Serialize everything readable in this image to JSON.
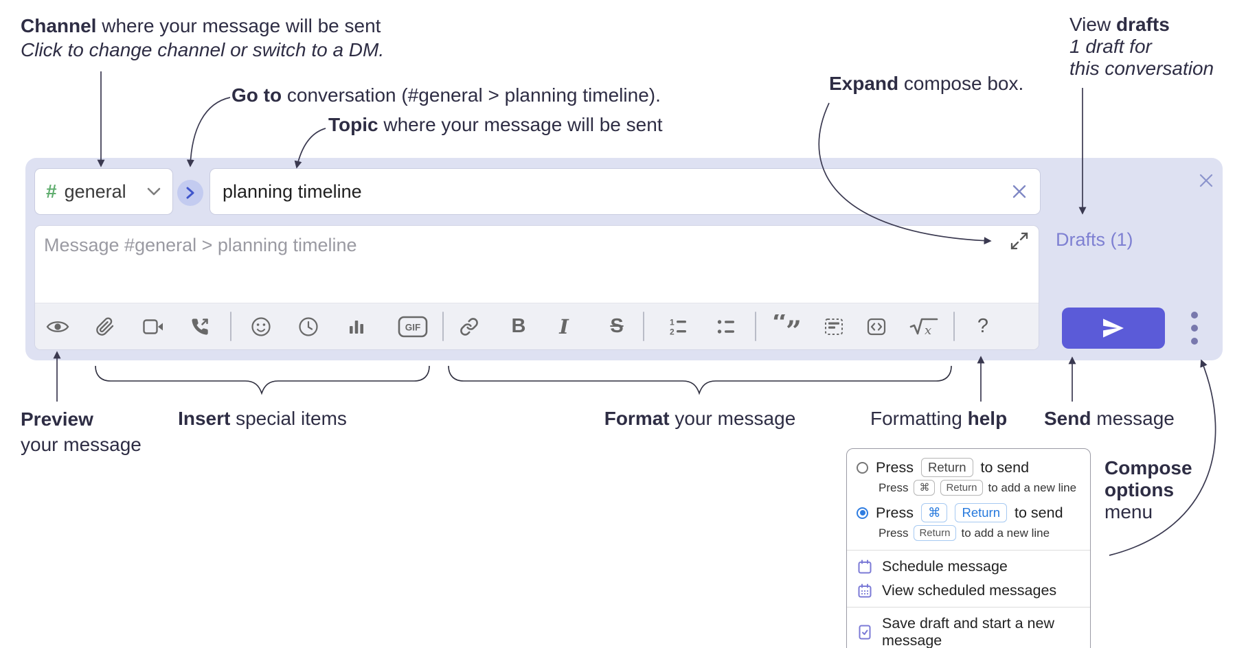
{
  "annotations": {
    "channel": {
      "bold": "Channel",
      "rest": " where your message will be sent",
      "line2": "Click to change channel or switch to a DM."
    },
    "goto": {
      "bold": "Go to",
      "rest": " conversation (#general > planning timeline)."
    },
    "topic": {
      "bold": "Topic",
      "rest": " where your message will be sent"
    },
    "expand": {
      "bold": "Expand",
      "rest": " compose box."
    },
    "drafts": {
      "pre": "View ",
      "bold": "drafts",
      "line2": "1 draft for",
      "line3": "this conversation"
    },
    "preview": {
      "bold": "Preview",
      "line2": "your message"
    },
    "insert": {
      "bold": "Insert",
      "rest": " special items"
    },
    "format": {
      "bold": "Format",
      "rest": " your message"
    },
    "formatting_help": {
      "pre": "Formatting ",
      "bold": "help"
    },
    "send": {
      "bold": "Send",
      "rest": " message"
    },
    "compose_options": {
      "bold1": "Compose",
      "bold2": "options",
      "line3": "menu"
    }
  },
  "compose": {
    "channel_hash": "#",
    "channel_name": "general",
    "topic_value": "planning timeline",
    "message_placeholder": "Message #general > planning timeline",
    "drafts_link": "Drafts (1)",
    "colors": {
      "panel": "#dee1f2",
      "send_button": "#5b5bd8",
      "drafts_link": "#7e80d2",
      "hash_green": "#5fad6e",
      "icon_gray": "#686868",
      "menu_icon": "#7b7ad6",
      "kbd_blue": "#2679dd"
    }
  },
  "toolbar": {
    "gif_label": "GIF",
    "bold_label": "B",
    "italic_label": "I",
    "strike_label": "S",
    "help_label": "?",
    "glyphs": {
      "num1": "1",
      "num2": "2",
      "quote_open": "“",
      "quote_close": "”",
      "math_x": "x"
    },
    "icons": [
      "preview",
      "attach-file",
      "video-call",
      "audio-call",
      "emoji",
      "global-time",
      "poll",
      "gif",
      "link",
      "bold",
      "italic",
      "strikethrough",
      "numbered-list",
      "bulleted-list",
      "quote",
      "spoiler",
      "code",
      "math",
      "help"
    ]
  },
  "popup": {
    "option1": {
      "press": "Press",
      "kbd": "Return",
      "tail": "to send",
      "sub_press": "Press",
      "sub_kbd1": "⌘",
      "sub_kbd2": "Return",
      "sub_tail": "to add a new line"
    },
    "option2": {
      "press": "Press",
      "kbd1": "⌘",
      "kbd2": "Return",
      "tail": "to send",
      "sub_press": "Press",
      "sub_kbd": "Return",
      "sub_tail": "to add a new line"
    },
    "items": [
      {
        "label": "Schedule message"
      },
      {
        "label": "View scheduled messages"
      },
      {
        "label": "Save draft and start a new message"
      }
    ]
  }
}
